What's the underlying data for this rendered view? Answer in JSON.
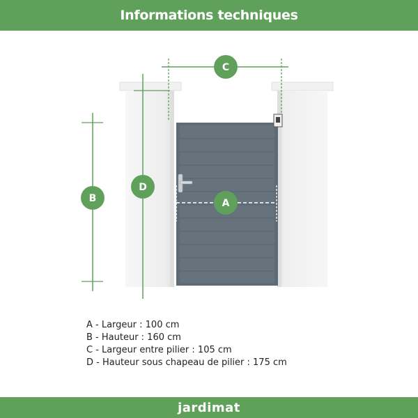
{
  "header": {
    "title": "Informations techniques"
  },
  "markers": {
    "a": "A",
    "b": "B",
    "c": "C",
    "d": "D"
  },
  "legend": {
    "items": [
      "A - Largeur : 100 cm",
      "B - Hauteur : 160 cm",
      "C - Largeur entre pilier : 105 cm",
      "D - Hauteur sous chapeau de pilier : 175 cm"
    ]
  },
  "footer": {
    "brand": "jardimat"
  },
  "colors": {
    "accent": "#5fa05a",
    "gate": "#5f6b74",
    "pillar": "#f4f4f4"
  }
}
